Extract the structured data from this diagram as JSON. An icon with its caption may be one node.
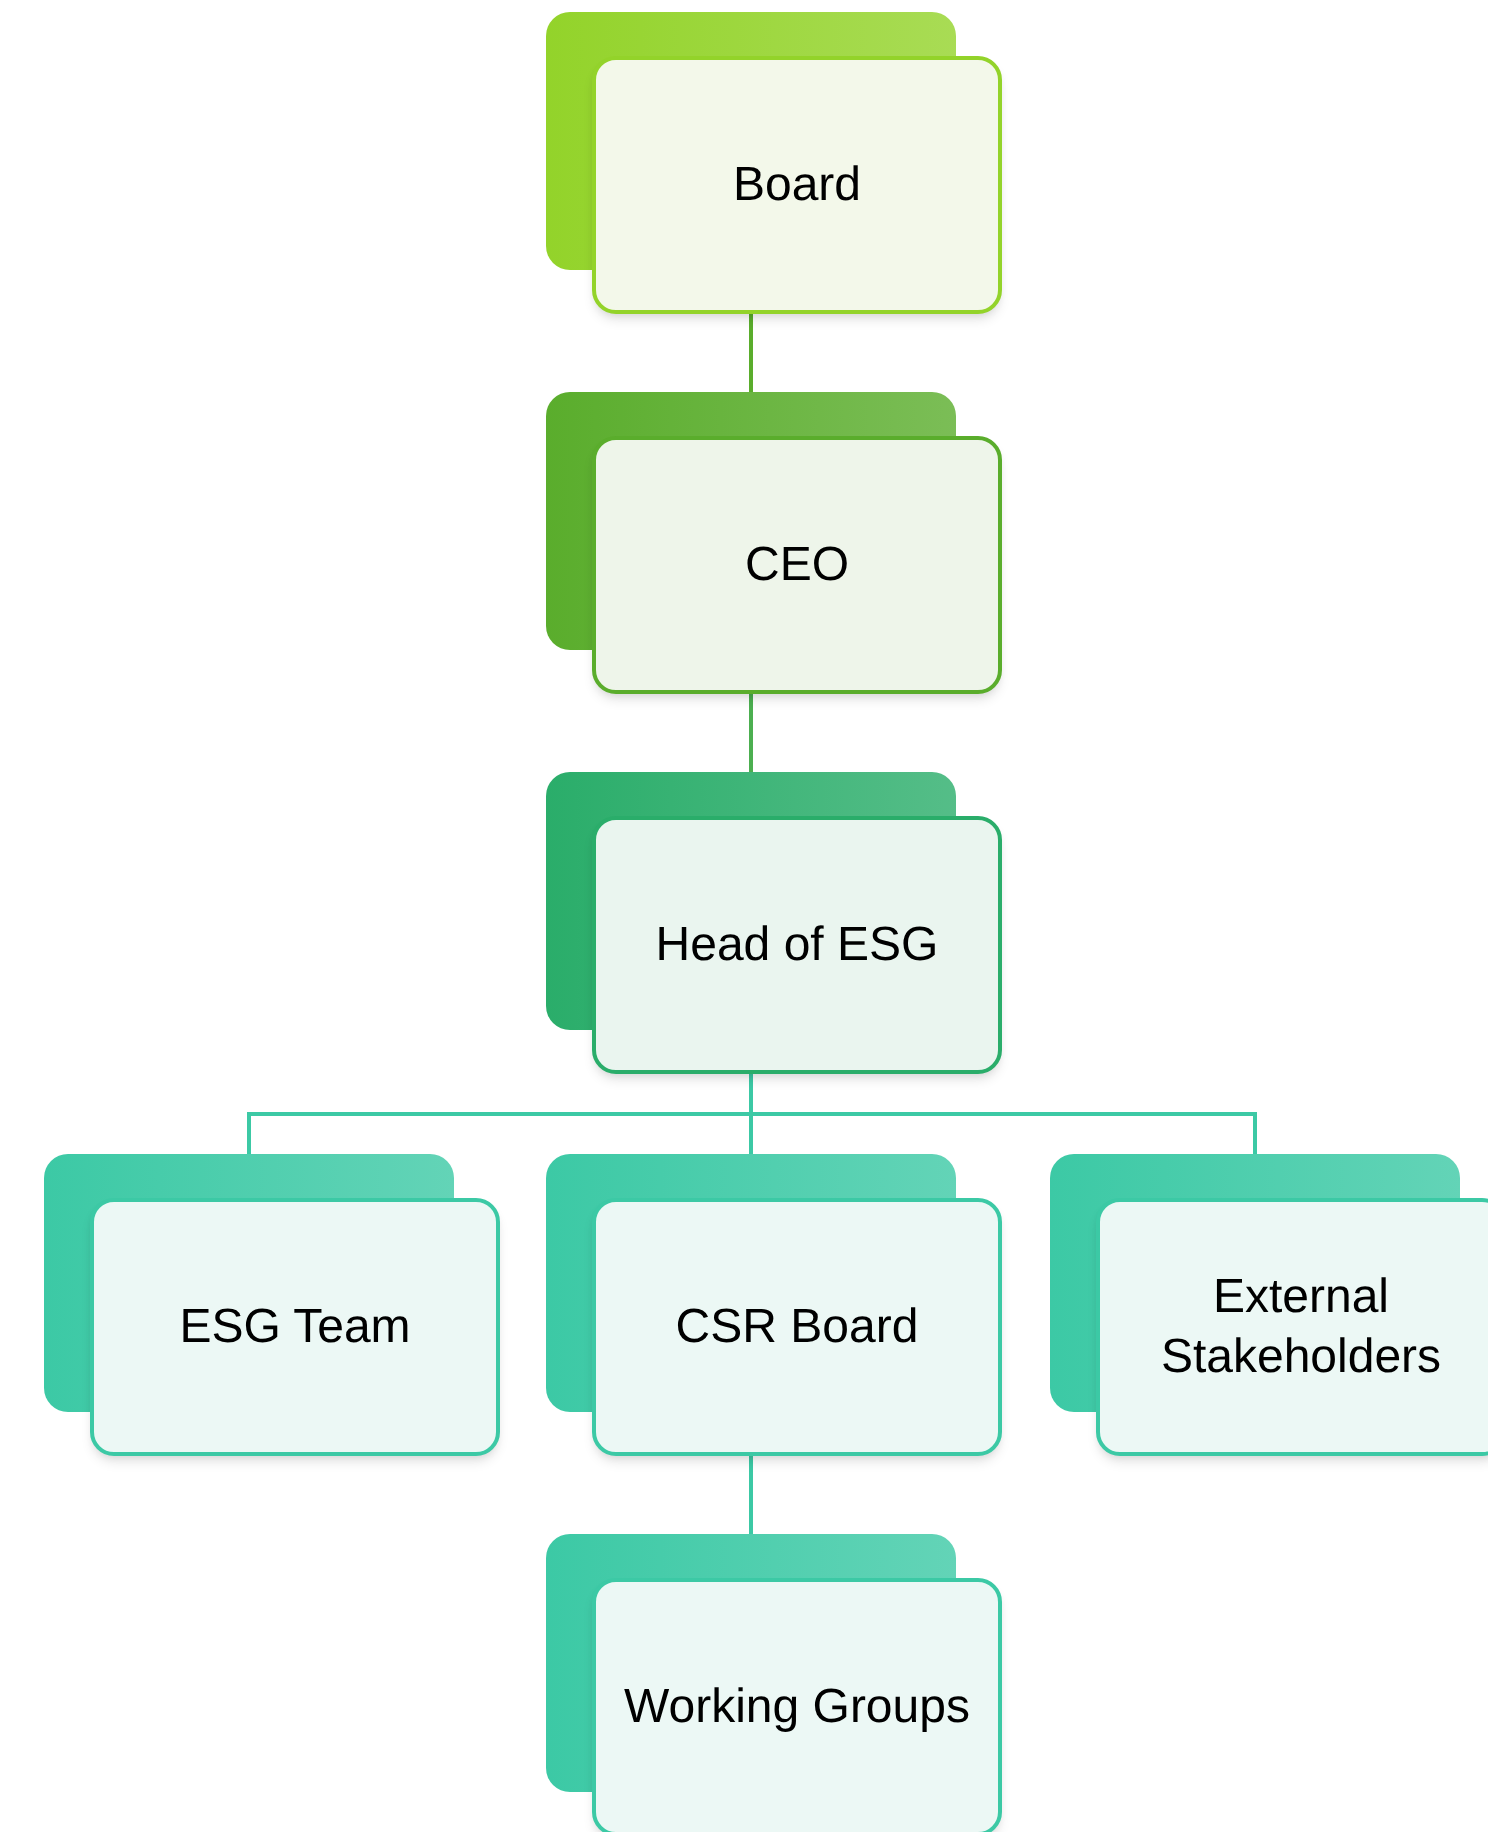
{
  "diagram": {
    "nodes": [
      {
        "text": [
          "Board"
        ]
      },
      {
        "text": [
          "CEO"
        ]
      },
      {
        "text": [
          "Head of ESG"
        ]
      },
      {
        "text": [
          "ESG Team"
        ]
      },
      {
        "text": [
          "CSR Board"
        ]
      },
      {
        "text": [
          "External Stakeholders"
        ]
      },
      {
        "text": [
          "Working Groups"
        ]
      }
    ],
    "edges": [
      {
        "from": 0,
        "to": 1,
        "arrow": "none",
        "color": "#5aad2c"
      },
      {
        "from": 1,
        "to": 2,
        "arrow": "none",
        "color": "#4caf50"
      },
      {
        "from": 2,
        "to": 3,
        "arrow": "none"
      },
      {
        "from": 2,
        "to": 4,
        "arrow": "none"
      },
      {
        "from": 2,
        "to": 5,
        "arrow": "none"
      },
      {
        "from": 4,
        "to": 6,
        "arrow": "none"
      }
    ]
  }
}
